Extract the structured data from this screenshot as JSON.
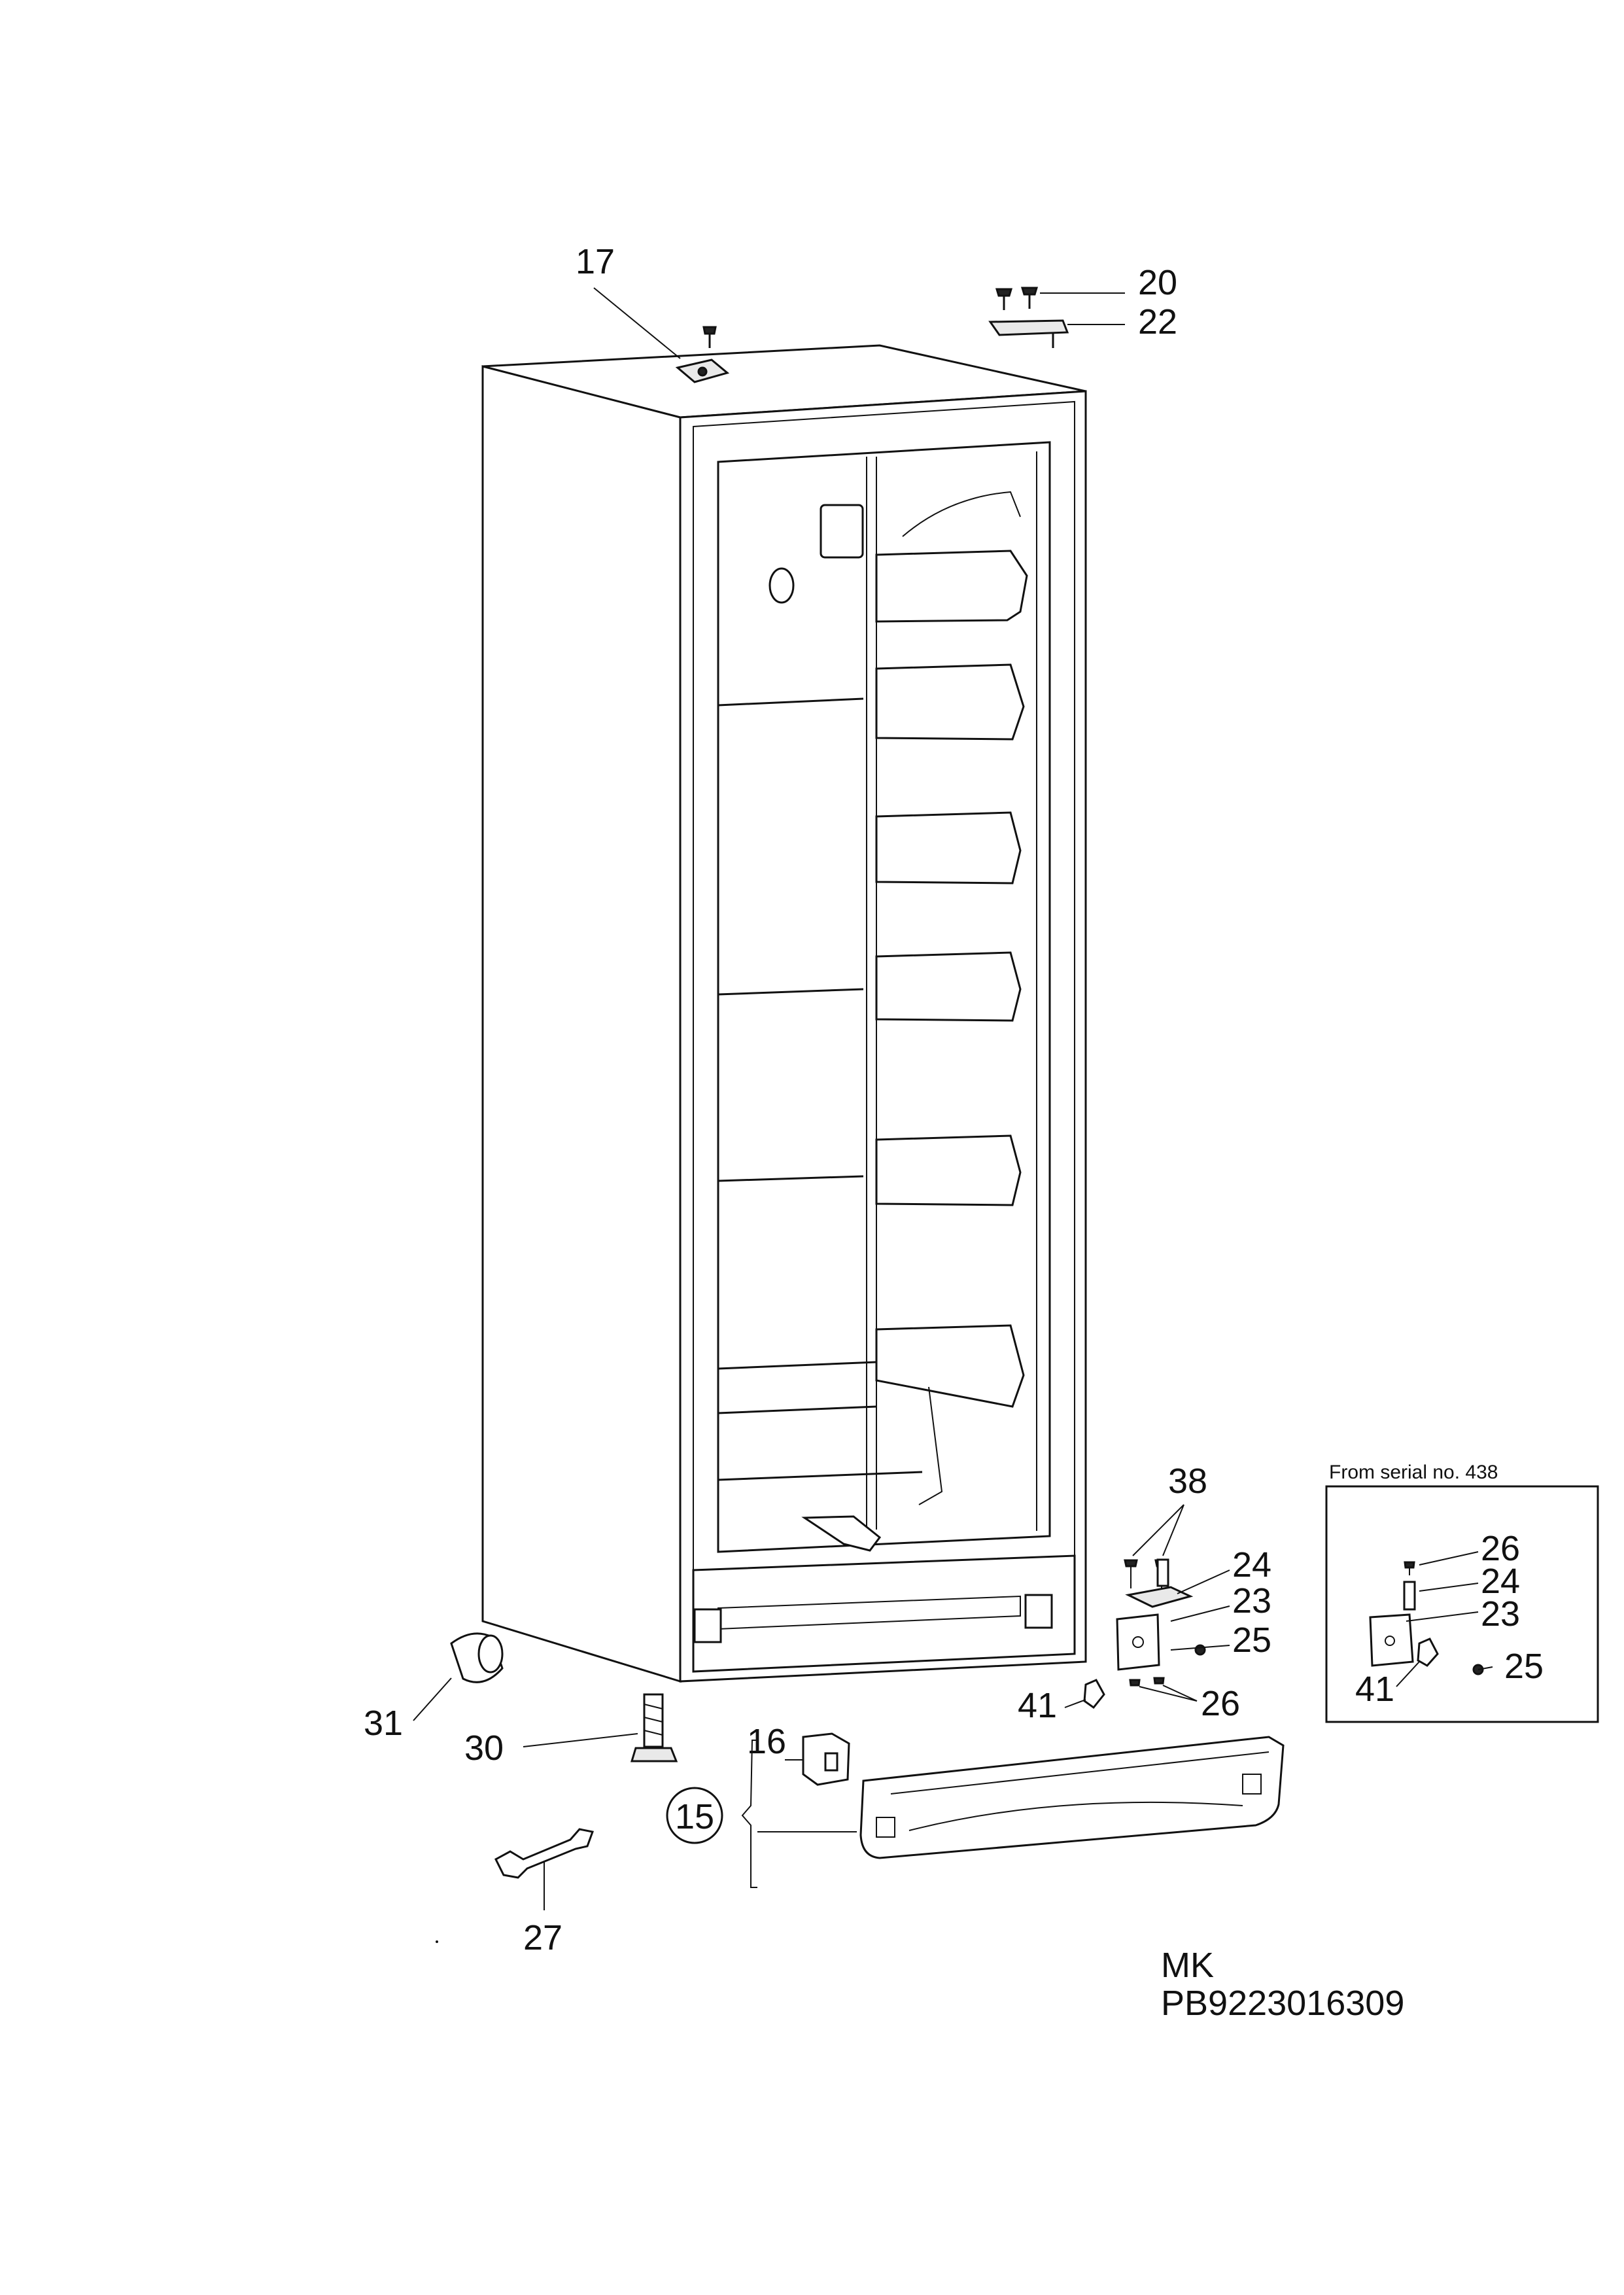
{
  "callouts": {
    "c17": "17",
    "c20": "20",
    "c22": "22",
    "c38": "38",
    "c24": "24",
    "c23": "23",
    "c25": "25",
    "c26": "26",
    "c41": "41",
    "c31": "31",
    "c30": "30",
    "c16": "16",
    "c15": "15",
    "c27": "27"
  },
  "inset": {
    "title": "From serial no. 438",
    "c26": "26",
    "c24": "24",
    "c23": "23",
    "c41": "41",
    "c25": "25"
  },
  "footer": {
    "line1": "MK",
    "line2": "PB9223016309"
  }
}
